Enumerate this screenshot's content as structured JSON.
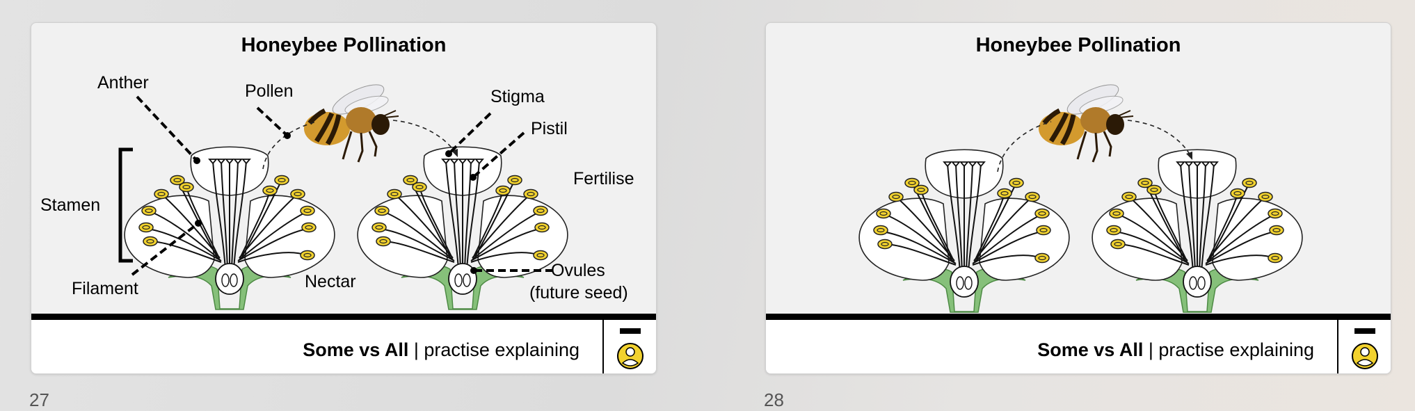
{
  "slides": [
    {
      "title": "Honeybee Pollination",
      "labels": {
        "anther": "Anther",
        "pollen": "Pollen",
        "stigma": "Stigma",
        "pistil": "Pistil",
        "fertilise": "Fertilise",
        "stamen": "Stamen",
        "filament": "Filament",
        "nectar": "Nectar",
        "ovules": "Ovules",
        "future_seed": "(future seed)"
      },
      "footer": {
        "bold": "Some vs All",
        "separator": " | ",
        "text": "practise explaining"
      },
      "page_number": "27"
    },
    {
      "title": "Honeybee Pollination",
      "footer": {
        "bold": "Some vs All",
        "separator": " | ",
        "text": "practise explaining"
      },
      "page_number": "28"
    }
  ],
  "colors": {
    "anther_yellow": "#f2d22e",
    "sepal_green": "#86c07a",
    "bee_amber": "#d39a2e"
  }
}
